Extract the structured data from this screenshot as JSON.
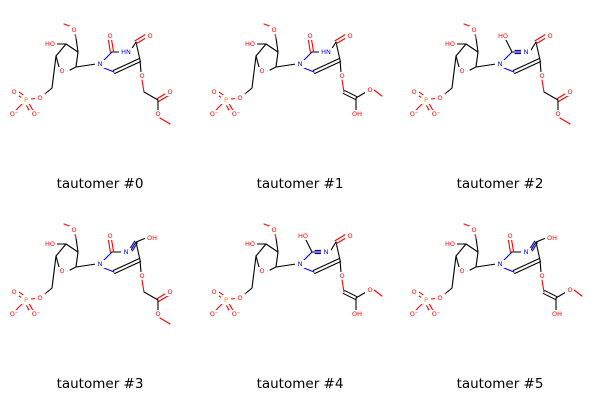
{
  "figure": {
    "background": "#ffffff",
    "atom_colors": {
      "C": "#000000",
      "O": "#ff0000",
      "N": "#0000ff",
      "P": "#ff8000"
    },
    "panels": [
      {
        "caption": "tautomer #0",
        "variant": "ester",
        "base": "keto"
      },
      {
        "caption": "tautomer #1",
        "variant": "enol",
        "base": "keto"
      },
      {
        "caption": "tautomer #2",
        "variant": "ester",
        "base": "hydroxy-2"
      },
      {
        "caption": "tautomer #3",
        "variant": "ester",
        "base": "hydroxy-4"
      },
      {
        "caption": "tautomer #4",
        "variant": "enol",
        "base": "hydroxy-2"
      },
      {
        "caption": "tautomer #5",
        "variant": "enol",
        "base": "hydroxy-4"
      }
    ],
    "labels": {
      "O": "O",
      "OH": "OH",
      "HO": "HO",
      "N": "N",
      "HN": "HN",
      "P": "P",
      "Ominus": "O⁻"
    }
  }
}
